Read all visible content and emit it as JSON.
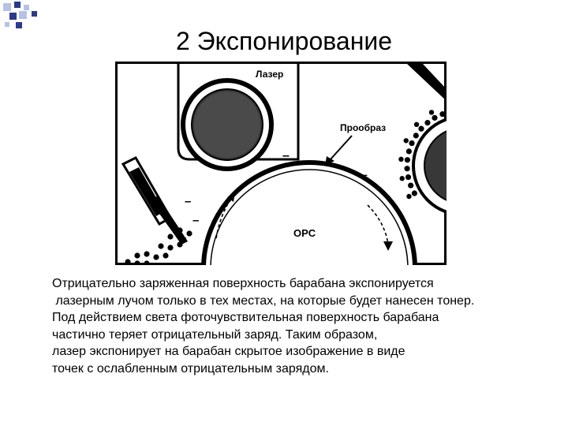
{
  "slide": {
    "title": "2 Экспонирование",
    "diagram": {
      "label_laser": "Лазер",
      "label_image": "Прообраз",
      "label_drum": "OPC",
      "charge_sign": "–"
    },
    "text_lines": [
      "Отрицательно заряженная поверхность барабана экспонируется",
      " лазерным лучом только в тех местах, на которые будет нанесен тонер.",
      "Под действием света фоточувствительная поверхность барабана",
      "частично теряет отрицательный заряд. Таким образом,",
      "лазер экспонирует на барабан скрытое изображение в виде",
      "точек с ослабленным отрицательным зарядом."
    ]
  },
  "colors": {
    "navy": "#2b3a8c",
    "light_square": "#b6c2e4",
    "ink": "#000000"
  }
}
